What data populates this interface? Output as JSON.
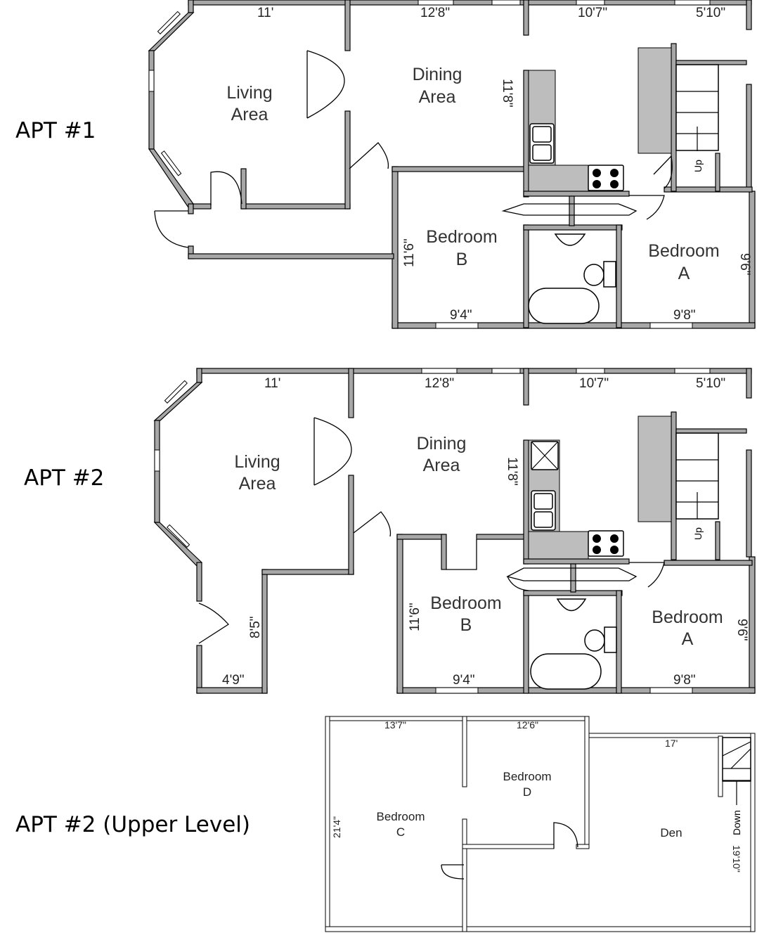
{
  "apartments": [
    {
      "title": "APT #1",
      "rooms": {
        "living": [
          "Living",
          "Area"
        ],
        "dining": [
          "Dining",
          "Area"
        ],
        "bedroom_b": [
          "Bedroom",
          "B"
        ],
        "bedroom_a": [
          "Bedroom",
          "A"
        ]
      },
      "dims": {
        "living_w": "11'",
        "dining_w": "12'8\"",
        "kitchen_w": "10'7\"",
        "stair_w": "5'10\"",
        "dining_h": "11'8\"",
        "bedb_h": "11'6\"",
        "bedb_w": "9'4\"",
        "beda_w": "9'8\"",
        "beda_h": "9'6\""
      },
      "stairs": "Up"
    },
    {
      "title": "APT #2",
      "rooms": {
        "living": [
          "Living",
          "Area"
        ],
        "dining": [
          "Dining",
          "Area"
        ],
        "bedroom_b": [
          "Bedroom",
          "B"
        ],
        "bedroom_a": [
          "Bedroom",
          "A"
        ]
      },
      "dims": {
        "living_w": "11'",
        "dining_w": "12'8\"",
        "kitchen_w": "10'7\"",
        "stair_w": "5'10\"",
        "dining_h": "11'8\"",
        "bedb_h": "11'6\"",
        "bedb_w": "9'4\"",
        "beda_w": "9'8\"",
        "beda_h": "9'6\"",
        "ext_h": "8'5\"",
        "ext_w": "4'9\""
      },
      "stairs": "Up"
    },
    {
      "title": "APT #2 (Upper Level)",
      "rooms": {
        "bedroom_c": [
          "Bedroom",
          "C"
        ],
        "bedroom_d": [
          "Bedroom",
          "D"
        ],
        "den": "Den"
      },
      "dims": {
        "bedc_w": "13'7\"",
        "bedd_w": "12'6\"",
        "den_w": "17'",
        "bedc_h": "21'4\"",
        "den_h": "19'10\""
      },
      "stairs": "Down"
    }
  ]
}
